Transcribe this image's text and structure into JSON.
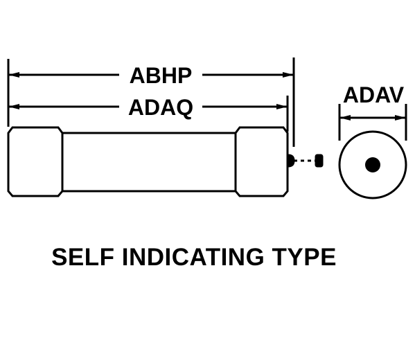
{
  "dimensions": {
    "overall_length_label": "ABHP",
    "body_length_label": "ADAQ",
    "diameter_label": "ADAV"
  },
  "caption": "SELF INDICATING TYPE",
  "colors": {
    "ink": "#000000",
    "paper": "#ffffff"
  }
}
